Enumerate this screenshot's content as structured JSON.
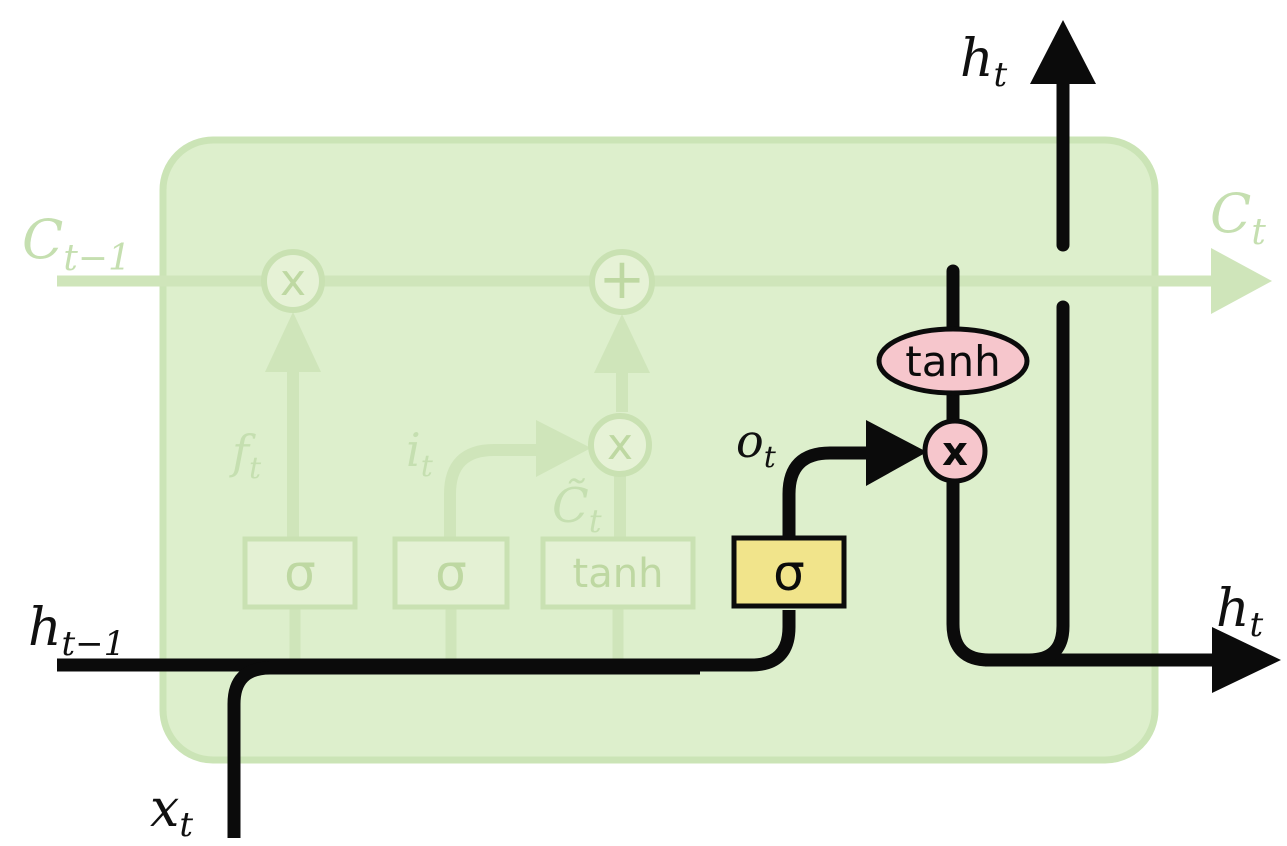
{
  "diagram": {
    "type": "lstm-cell-output-gate",
    "labels": {
      "c_prev": {
        "main": "C",
        "sub": "t−1"
      },
      "c_next": {
        "main": "C",
        "sub": "t"
      },
      "h_prev": {
        "main": "h",
        "sub": "t−1"
      },
      "x_in": {
        "main": "x",
        "sub": "t"
      },
      "h_out_top": {
        "main": "h",
        "sub": "t"
      },
      "h_out_right": {
        "main": "h",
        "sub": "t"
      },
      "f_gate": {
        "main": "f",
        "sub": "t"
      },
      "i_gate": {
        "main": "i",
        "sub": "t"
      },
      "c_tilde": {
        "main": "C̃",
        "sub": "t"
      },
      "o_gate": {
        "main": "o",
        "sub": "t"
      }
    },
    "operators": {
      "forget_multiply": "x",
      "state_add": "+",
      "input_multiply": "x",
      "output_multiply": "x",
      "sigma_forget": "σ",
      "sigma_input": "σ",
      "tanh_candidate": "tanh",
      "sigma_output": "σ",
      "tanh_output": "tanh"
    },
    "colors": {
      "cell_fill": "#ddefcc",
      "cell_border": "#cbe4b6",
      "faded_line": "#cfe5ba",
      "faded_shape_fill": "#e6f2d6",
      "faded_glyph": "#bed8a2",
      "faded_label": "#c5dfb0",
      "highlight_black": "#0b0b0b",
      "pink_fill": "#f6c6cc",
      "yellow_fill": "#f1e48b"
    }
  }
}
